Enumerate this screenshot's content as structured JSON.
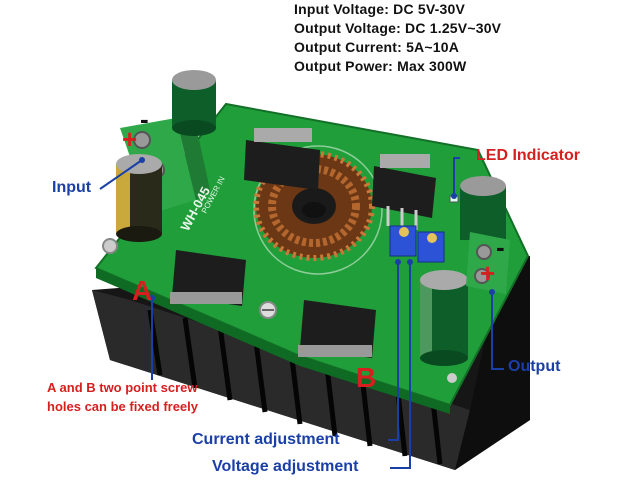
{
  "specs": [
    "Input Voltage: DC 5V-30V",
    "Output Voltage: DC 1.25V~30V",
    "Output Current: 5A~10A",
    "Output Power: Max 300W"
  ],
  "callouts": {
    "input": "Input",
    "output": "Output",
    "led_indicator": "LED Indicator",
    "current_adjustment": "Current adjustment",
    "voltage_adjustment": "Voltage adjustment",
    "screw_holes_line1": "A and B two point screw",
    "screw_holes_line2": "holes can be fixed freely",
    "point_a": "A",
    "point_b": "B",
    "plus_left": "+",
    "minus_left": "-",
    "plus_right": "+",
    "minus_right": "-"
  },
  "board": {
    "model": "WH-045",
    "power_label": "POWER IN"
  },
  "colors": {
    "pcb": "#1f9e3a",
    "heatsink": "#1b1b1b",
    "callout_blue": "#1a3fa6",
    "callout_red": "#d61f1f"
  }
}
